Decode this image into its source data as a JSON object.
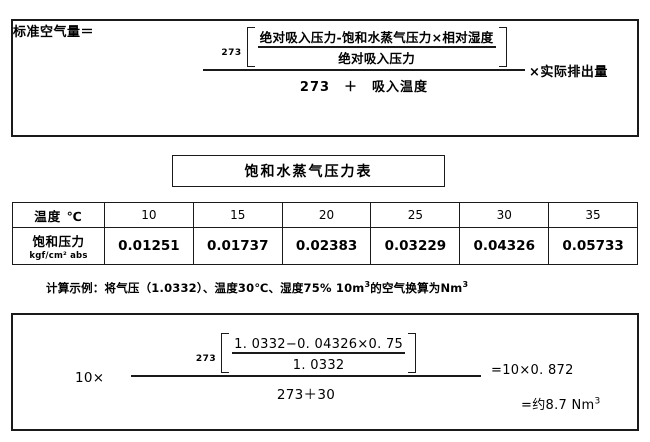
{
  "top_formula": {
    "lhs_label": "标准空气量＝",
    "superscript": "273",
    "inner_numerator": "绝对吸入压力-饱和水蒸气压力×相对湿度",
    "inner_denominator": "绝对吸入压力",
    "outer_denominator": "273　＋　吸入温度",
    "rhs_label": "×实际排出量"
  },
  "table_title": "饱和水蒸气压力表",
  "table": {
    "header_label": "温度  ℃",
    "row_label_main": "饱和压力",
    "row_label_unit": "kgf/cm² abs",
    "temperatures": [
      "10",
      "15",
      "20",
      "25",
      "30",
      "35"
    ],
    "pressures": [
      "0.01251",
      "0.01737",
      "0.02383",
      "0.03229",
      "0.04326",
      "0.05733"
    ]
  },
  "example_note": {
    "prefix": "计算示例：将气压（1.0332）、温度30℃、湿度75% 10m",
    "sup1": "3",
    "middle": "的空气换算为Nm",
    "sup2": "3"
  },
  "bottom_formula": {
    "lhs_label": "10×",
    "superscript": "273",
    "inner_numerator": "1. 0332−0. 04326×0. 75",
    "inner_denominator": "1. 0332",
    "outer_denominator": "273＋30",
    "result_1": "=10×0. 872",
    "result_2_prefix": "=约8.7 Nm",
    "result_2_sup": "3"
  },
  "colors": {
    "border": "#1a1a1a",
    "text": "#000000",
    "background": "#ffffff"
  }
}
